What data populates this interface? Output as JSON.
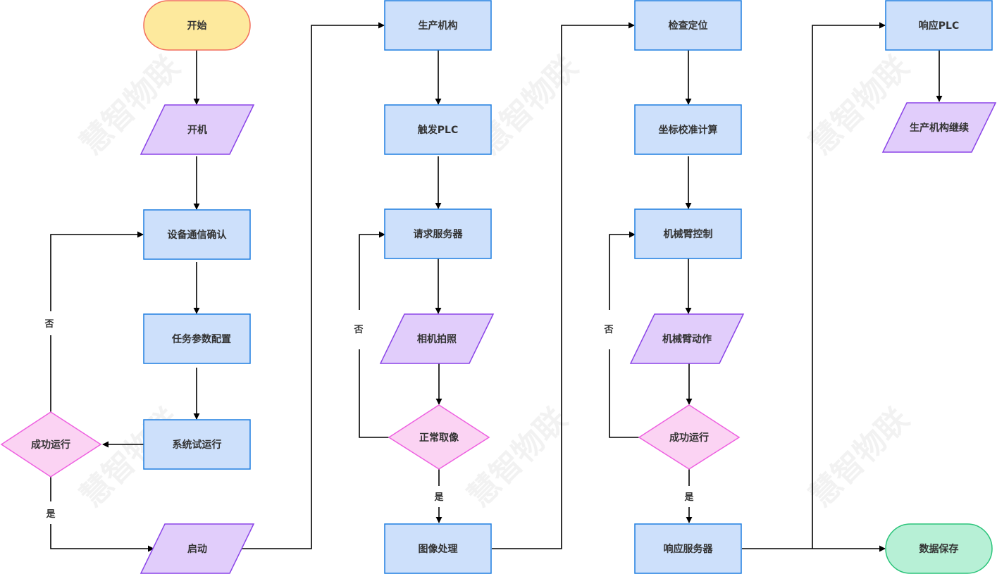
{
  "watermark": "慧智物联",
  "colors": {
    "process_fill": "#cde0fb",
    "process_stroke": "#1f7ee0",
    "io_fill": "#e1cdfb",
    "io_stroke": "#8b44e8",
    "decision_fill": "#fbd3f3",
    "decision_stroke": "#ee5fe0",
    "start_fill": "#fde99d",
    "start_stroke": "#f26d5c",
    "end_fill": "#b7f0d6",
    "end_stroke": "#2bc47a"
  },
  "labels": {
    "yes": "是",
    "no": "否"
  },
  "nodes": {
    "start": "开始",
    "power_on": "开机",
    "device_comm": "设备通信确认",
    "task_params": "任务参数配置",
    "trial_run": "系统试运行",
    "run_ok_1": "成功运行",
    "launch": "启动",
    "production": "生产机构",
    "trigger_plc": "触发PLC",
    "request_server": "请求服务器",
    "camera_shot": "相机拍照",
    "capture_ok": "正常取像",
    "image_proc": "图像处理",
    "inspect_locate": "检查定位",
    "coord_calib": "坐标校准计算",
    "arm_control": "机械臂控制",
    "arm_action": "机械臂动作",
    "run_ok_2": "成功运行",
    "respond_server": "响应服务器",
    "respond_plc": "响应PLC",
    "production_continue": "生产机构继续",
    "data_save": "数据保存"
  }
}
